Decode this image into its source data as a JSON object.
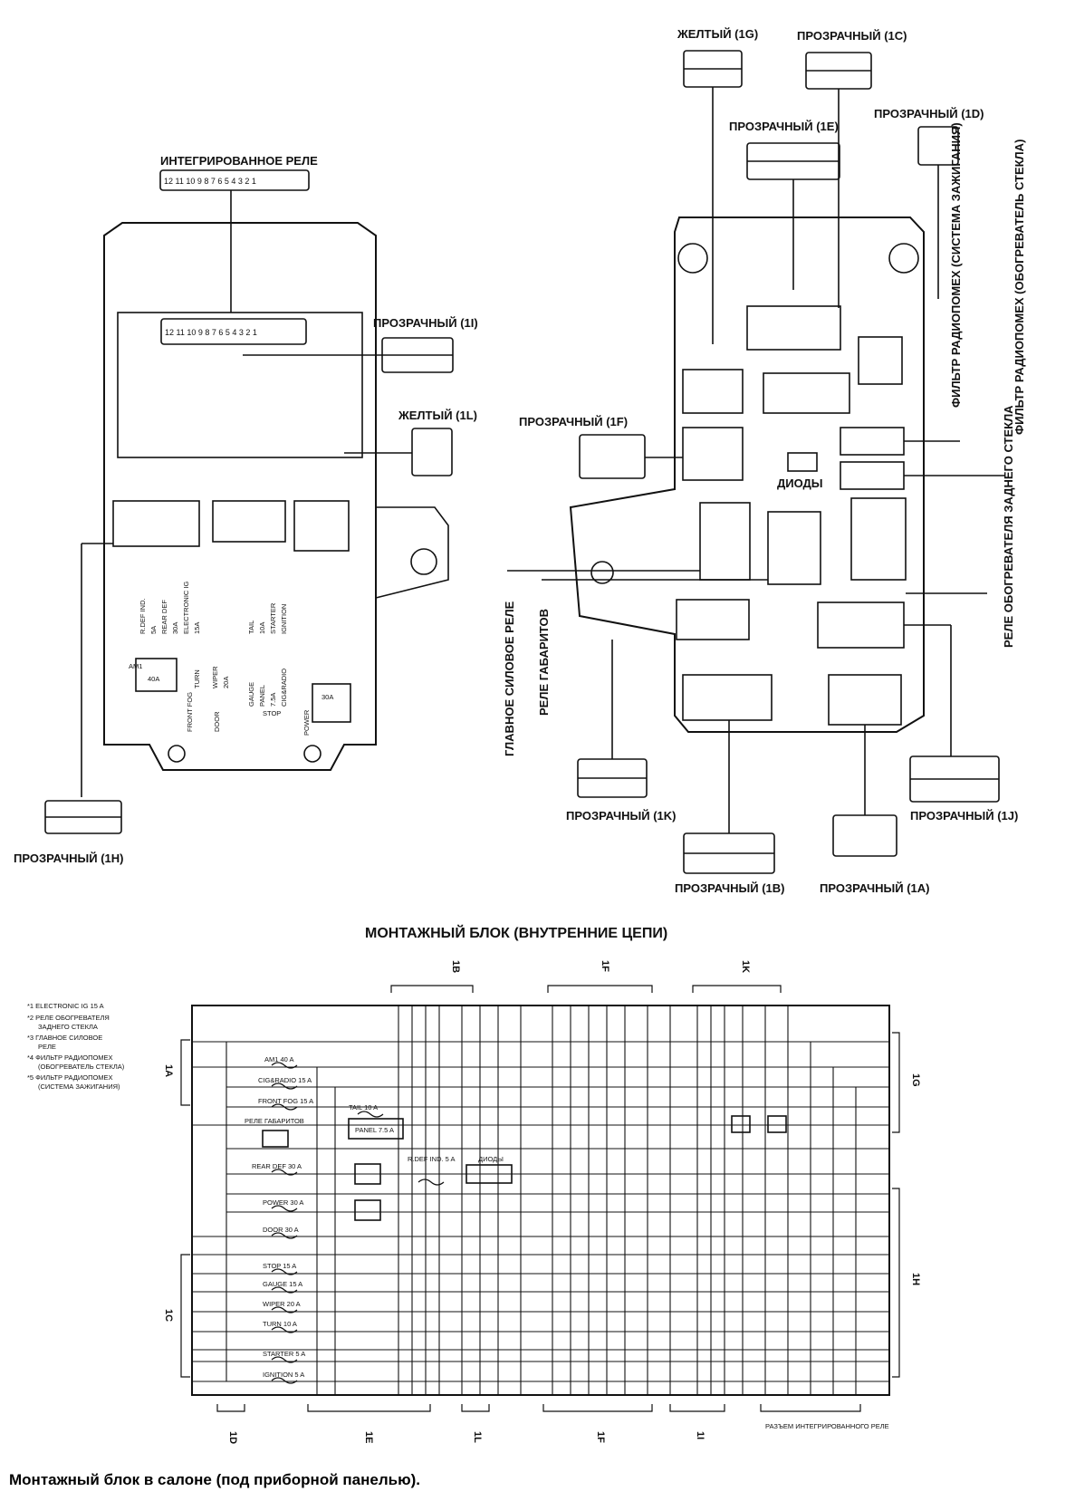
{
  "caption": "Монтажный блок в салоне (под приборной панелью).",
  "schematic_title": "МОНТАЖНЫЙ БЛОК (ВНУТРЕННИЕ ЦЕПИ)",
  "left_block": {
    "integrated_relay": "ИНТЕГРИРОВАННОЕ РЕЛЕ",
    "relay_pins": "12 11 10   9 8 7 6 5 4   3 2 1",
    "conn_1I": "ПРОЗРАЧНЫЙ (1I)",
    "conn_1L": "ЖЕЛТЫЙ (1L)",
    "conn_1H": "ПРОЗРАЧНЫЙ (1H)",
    "fuses": {
      "r_def_ind": "R.DEF IND.",
      "rear_def": "REAR DEF",
      "electronic_ig": "ELECTRONIC IG",
      "tail": "TAIL",
      "starter": "STARTER",
      "ignition": "IGNITION",
      "turn": "TURN",
      "wiper": "WIPER",
      "gauge": "GAUGE",
      "panel": "PANEL",
      "cig_radio": "CIG&RADIO",
      "am1": "AM1",
      "am1_val": "40A",
      "front_fog": "FRONT FOG",
      "door": "DOOR",
      "stop": "STOP",
      "power": "POWER",
      "power_val": "30A",
      "val_5a": "5A",
      "val_30a": "30A",
      "val_15a": "15A",
      "val_10a": "10A",
      "val_20a": "20A",
      "val_7_5a": "7.5A"
    }
  },
  "right_block": {
    "conn_1G": "ЖЕЛТЫЙ (1G)",
    "conn_1C_top": "ПРОЗРАЧНЫЙ (1C)",
    "conn_1D": "ПРОЗРАЧНЫЙ (1D)",
    "conn_1E": "ПРОЗРАЧНЫЙ (1E)",
    "conn_1F": "ПРОЗРАЧНЫЙ (1F)",
    "conn_1K": "ПРОЗРАЧНЫЙ (1K)",
    "conn_1B": "ПРОЗРАЧНЫЙ (1B)",
    "conn_1A": "ПРОЗРАЧНЫЙ (1A)",
    "conn_1J": "ПРОЗРАЧНЫЙ (1J)",
    "diodes": "ДИОДЫ",
    "filter_ign": "ФИЛЬТР РАДИОПОМЕХ (СИСТЕМА ЗАЖИГАНИЯ)",
    "filter_def": "ФИЛЬТР РАДИОПОМЕХ (ОБОГРЕВАТЕЛЬ СТЕКЛА)",
    "rear_def_relay": "РЕЛЕ ОБОГРЕВАТЕЛЯ ЗАДНЕГО СТЕКЛА",
    "main_power_relay": "ГЛАВНОЕ СИЛОВОЕ РЕЛЕ",
    "tail_relay": "РЕЛЕ ГАБАРИТОВ"
  },
  "schematic": {
    "notes": [
      "*1 ELECTRONIC IG 15 A",
      "*2 РЕЛЕ ОБОГРЕВАТЕЛЯ",
      "ЗАДНЕГО СТЕКЛА",
      "*3 ГЛАВНОЕ СИЛОВОЕ",
      "РЕЛЕ",
      "*4 ФИЛЬТР РАДИОПОМЕХ",
      "(ОБОГРЕВАТЕЛЬ СТЕКЛА)",
      "*5 ФИЛЬТР РАДИОПОМЕХ",
      "(СИСТЕМА ЗАЖИГАНИЯ)"
    ],
    "elements": [
      "AM1 40 A",
      "CIG&RADIO 15 A",
      "FRONT FOG 15 A",
      "РЕЛЕ ГАБАРИТОВ",
      "TAIL 10 A",
      "PANEL 7.5 A",
      "REAR DEF 30 A",
      "R.DEF IND. 5 A",
      "ДИОДЫ",
      "POWER 30 A",
      "DOOR 30 A",
      "STOP 15 A",
      "GAUGE 15 A",
      "WIPER 20 A",
      "TURN 10 A",
      "STARTER 5 A",
      "IGNITION 5 A"
    ],
    "conn_tags": [
      "1B",
      "1F",
      "1K",
      "1G",
      "1A",
      "1C",
      "1H",
      "1D",
      "1E",
      "1L",
      "1I"
    ],
    "relay_connector": "РАЗЪЕМ ИНТЕГРИРОВАННОГО РЕЛЕ"
  }
}
